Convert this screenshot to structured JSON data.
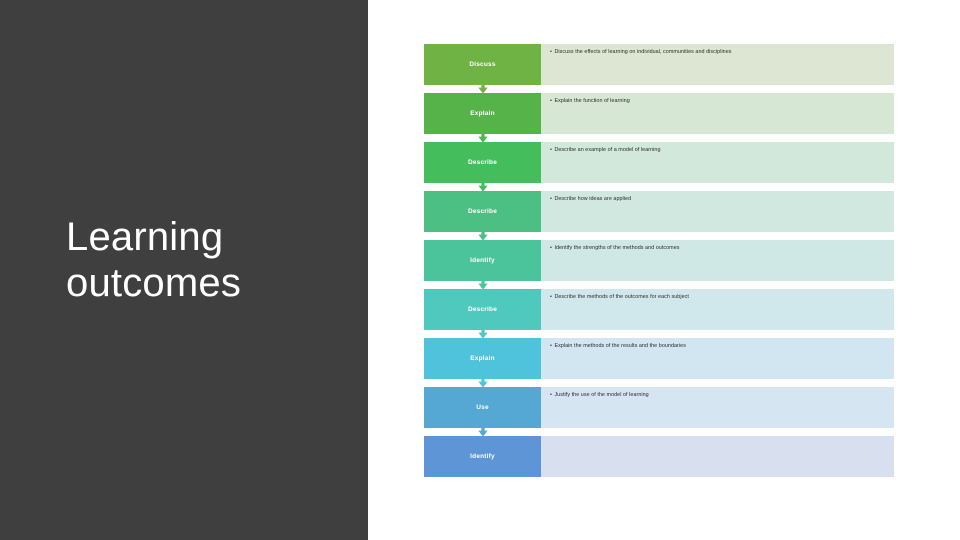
{
  "slide": {
    "title": "Learning\noutcomes",
    "background_color": "#ffffff",
    "sidebar_color": "#3f3f3f",
    "title_color": "#ffffff"
  },
  "flow": {
    "connector_icon": "down-arrow-icon",
    "rows": [
      {
        "verb": "Discuss",
        "outcome": "Discuss the effects of learning on individual, communities and disciplines",
        "chip_color": "#6fb345",
        "panel_color": "#dde6d3"
      },
      {
        "verb": "Explain",
        "outcome": "Explain the function of learning",
        "chip_color": "#56b349",
        "panel_color": "#d6e7d3"
      },
      {
        "verb": "Describe",
        "outcome": "Describe an example of a model of learning",
        "chip_color": "#44bd5c",
        "panel_color": "#d2e8da"
      },
      {
        "verb": "Describe",
        "outcome": "Describe how ideas are applied",
        "chip_color": "#4cc083",
        "panel_color": "#d0e8e0"
      },
      {
        "verb": "Identify",
        "outcome": "Identify the strengths of the methods and outcomes",
        "chip_color": "#4cc49b",
        "panel_color": "#cfe8e6"
      },
      {
        "verb": "Describe",
        "outcome": "Describe the methods of the outcomes for each subject",
        "chip_color": "#4fc9bd",
        "panel_color": "#d0e8ec"
      },
      {
        "verb": "Explain",
        "outcome": "Explain the methods of the results and the boundaries",
        "chip_color": "#4fc3dc",
        "panel_color": "#d2e6f1"
      },
      {
        "verb": "Use",
        "outcome": "Justify the use of the model of learning",
        "chip_color": "#55a8d4",
        "panel_color": "#d6e5f2"
      },
      {
        "verb": "Identify",
        "outcome": "",
        "chip_color": "#5d95d6",
        "panel_color": "#d8e0f0"
      }
    ]
  }
}
